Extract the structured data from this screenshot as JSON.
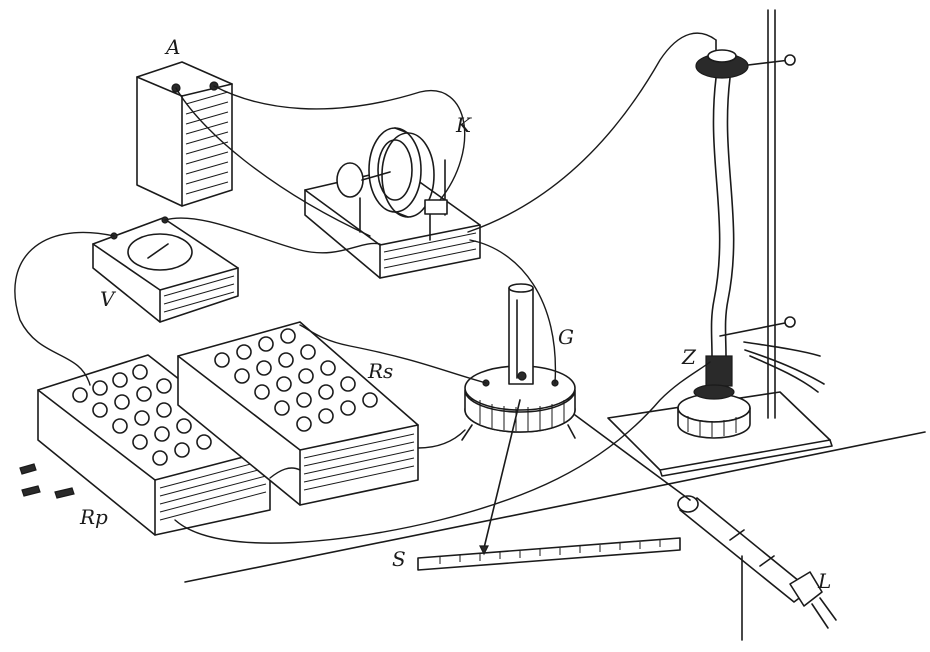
{
  "labels": {
    "battery": "A",
    "key": "K",
    "voltmeter": "V",
    "resistance_box_series": "Rs",
    "resistance_box_parallel": "Rp",
    "galvanometer": "G",
    "electrode": "Z",
    "scale": "S",
    "lamp": "L"
  }
}
